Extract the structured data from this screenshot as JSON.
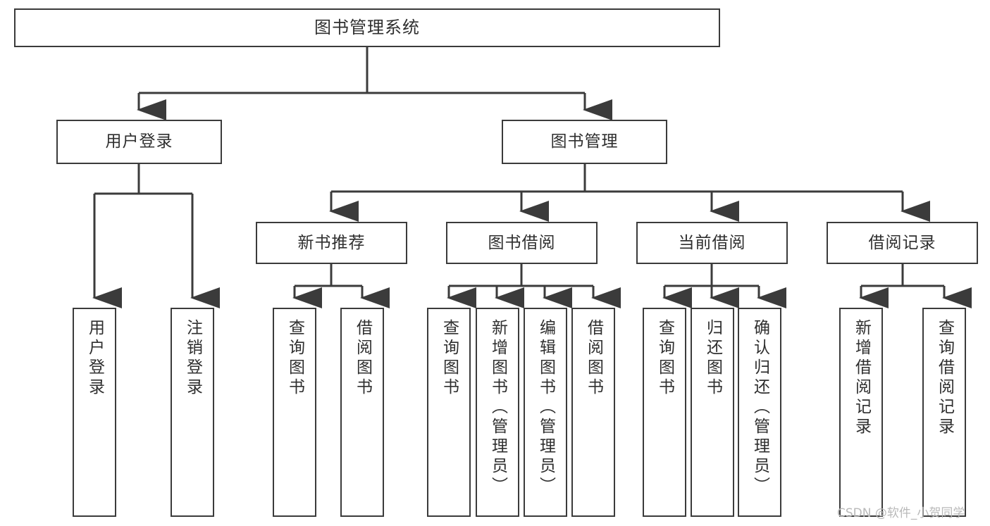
{
  "diagram": {
    "title": "图书管理系统",
    "type": "hierarchy-tree",
    "root": {
      "id": "root",
      "label": "图书管理系统"
    },
    "level2": [
      {
        "id": "user-login",
        "label": "用户登录"
      },
      {
        "id": "book-manage",
        "label": "图书管理"
      }
    ],
    "level3": [
      {
        "id": "new-book-rec",
        "label": "新书推荐"
      },
      {
        "id": "book-borrow",
        "label": "图书借阅"
      },
      {
        "id": "current-borrow",
        "label": "当前借阅"
      },
      {
        "id": "borrow-record",
        "label": "借阅记录"
      }
    ],
    "leaves": [
      {
        "id": "leaf-user-login",
        "parent": "user-login",
        "label": "用户登录"
      },
      {
        "id": "leaf-user-logout",
        "parent": "user-login",
        "label": "注销登录"
      },
      {
        "id": "leaf-query-book-1",
        "parent": "new-book-rec",
        "label": "查询图书"
      },
      {
        "id": "leaf-borrow-book-1",
        "parent": "new-book-rec",
        "label": "借阅图书"
      },
      {
        "id": "leaf-query-book-2",
        "parent": "book-borrow",
        "label": "查询图书"
      },
      {
        "id": "leaf-add-book",
        "parent": "book-borrow",
        "label": "新增图书（管理员）"
      },
      {
        "id": "leaf-edit-book",
        "parent": "book-borrow",
        "label": "编辑图书（管理员）"
      },
      {
        "id": "leaf-borrow-book-2",
        "parent": "book-borrow",
        "label": "借阅图书"
      },
      {
        "id": "leaf-query-book-3",
        "parent": "current-borrow",
        "label": "查询图书"
      },
      {
        "id": "leaf-return-book",
        "parent": "current-borrow",
        "label": "归还图书"
      },
      {
        "id": "leaf-confirm-return",
        "parent": "current-borrow",
        "label": "确认归还（管理员）"
      },
      {
        "id": "leaf-add-record",
        "parent": "borrow-record",
        "label": "新增借阅记录"
      },
      {
        "id": "leaf-query-record",
        "parent": "borrow-record",
        "label": "查询借阅记录"
      }
    ],
    "colors": {
      "box_border": "#3b3b3b",
      "box_fill": "#ffffff",
      "connector": "#3b3b3b",
      "text": "#2f2f2f",
      "watermark": "#b9b9b9",
      "background": "#ffffff"
    }
  },
  "watermark": {
    "text": "CSDN @软件_小贺同学"
  }
}
